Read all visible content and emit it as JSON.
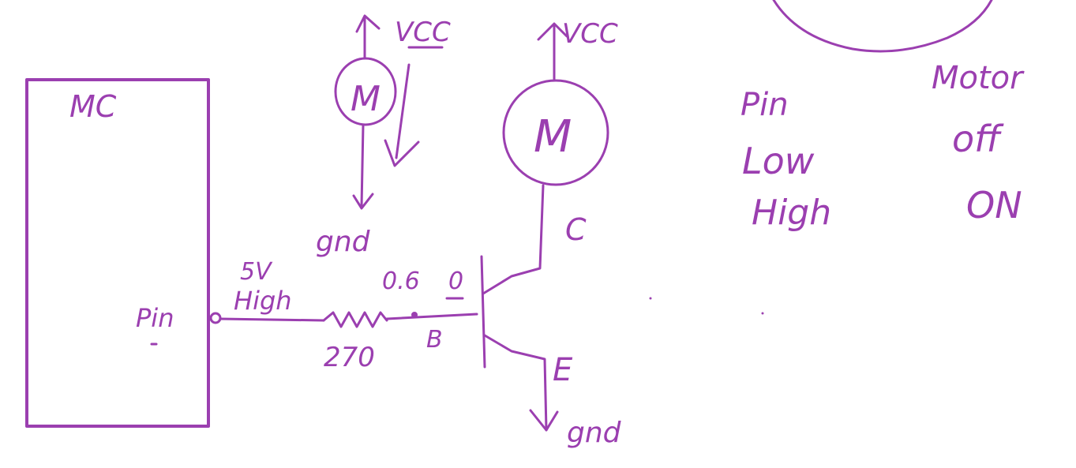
{
  "colors": {
    "ink": "#9b3fb0",
    "background": "#ffffff"
  },
  "labels": {
    "mc": "MC",
    "pin": "Pin",
    "voltage": "5V",
    "high_level": "High",
    "resistor": "270",
    "base_voltage": "0.6",
    "zero_marker": "0",
    "base": "B",
    "collector": "C",
    "emitter": "E",
    "gnd_emitter": "gnd",
    "vcc_left": "VCC",
    "vcc_right": "VCC",
    "gnd_left": "gnd",
    "motor_left": "M",
    "motor_right": "M"
  },
  "truth_table": {
    "headers": [
      "Pin",
      "Motor"
    ],
    "rows": [
      [
        "Low",
        "off"
      ],
      [
        "High",
        "ON"
      ]
    ]
  }
}
